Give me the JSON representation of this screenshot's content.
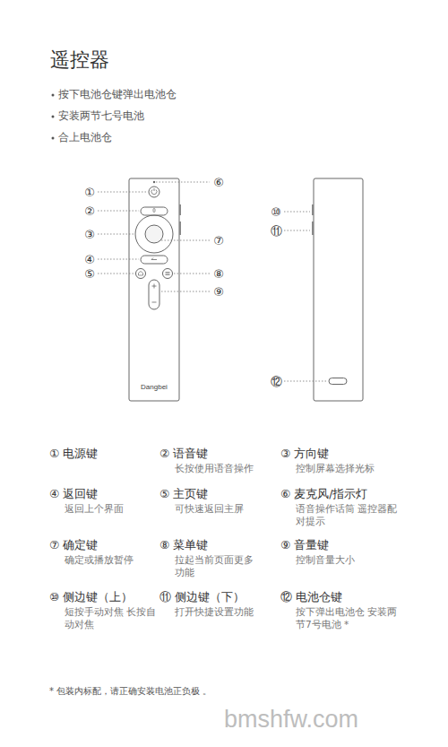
{
  "diagram": {
    "title": "遥控器",
    "labels": [
      "按下电池仓键弹出电池仓",
      "安装两节七号电池",
      "合上电池仓",
      "①",
      "②",
      "③",
      "④",
      "⑤",
      "⑥",
      "⑦",
      "⑧",
      "⑨",
      "⑩",
      "⑪",
      "⑫",
      "Dangbei",
      "① 电源键",
      "② 语音键",
      "长按使用语音操作",
      "③ 方向键",
      "控制屏幕选择光标",
      "④ 返回键",
      "返回上个界面",
      "⑤ 主页键",
      "可快速返回主屏",
      "⑥ 麦克风/指示灯",
      "语音操作话筒 遥控器配对提示",
      "⑦ 确定键",
      "确定或播放暂停",
      "⑧ 菜单键",
      "拉起当前页面更多 功能",
      "⑨ 音量键",
      "控制音量大小",
      "⑩ 侧边键（上）",
      "短按手动对焦 长按自动对焦",
      "⑪ 侧边键（下）",
      "打开快捷设置功能",
      "⑫ 电池仓键",
      "按下弹出电池仓 安装两节7号电池 *",
      "* 包装内标配，请正确安装电池正负极 。",
      "bmshfw.com"
    ]
  }
}
